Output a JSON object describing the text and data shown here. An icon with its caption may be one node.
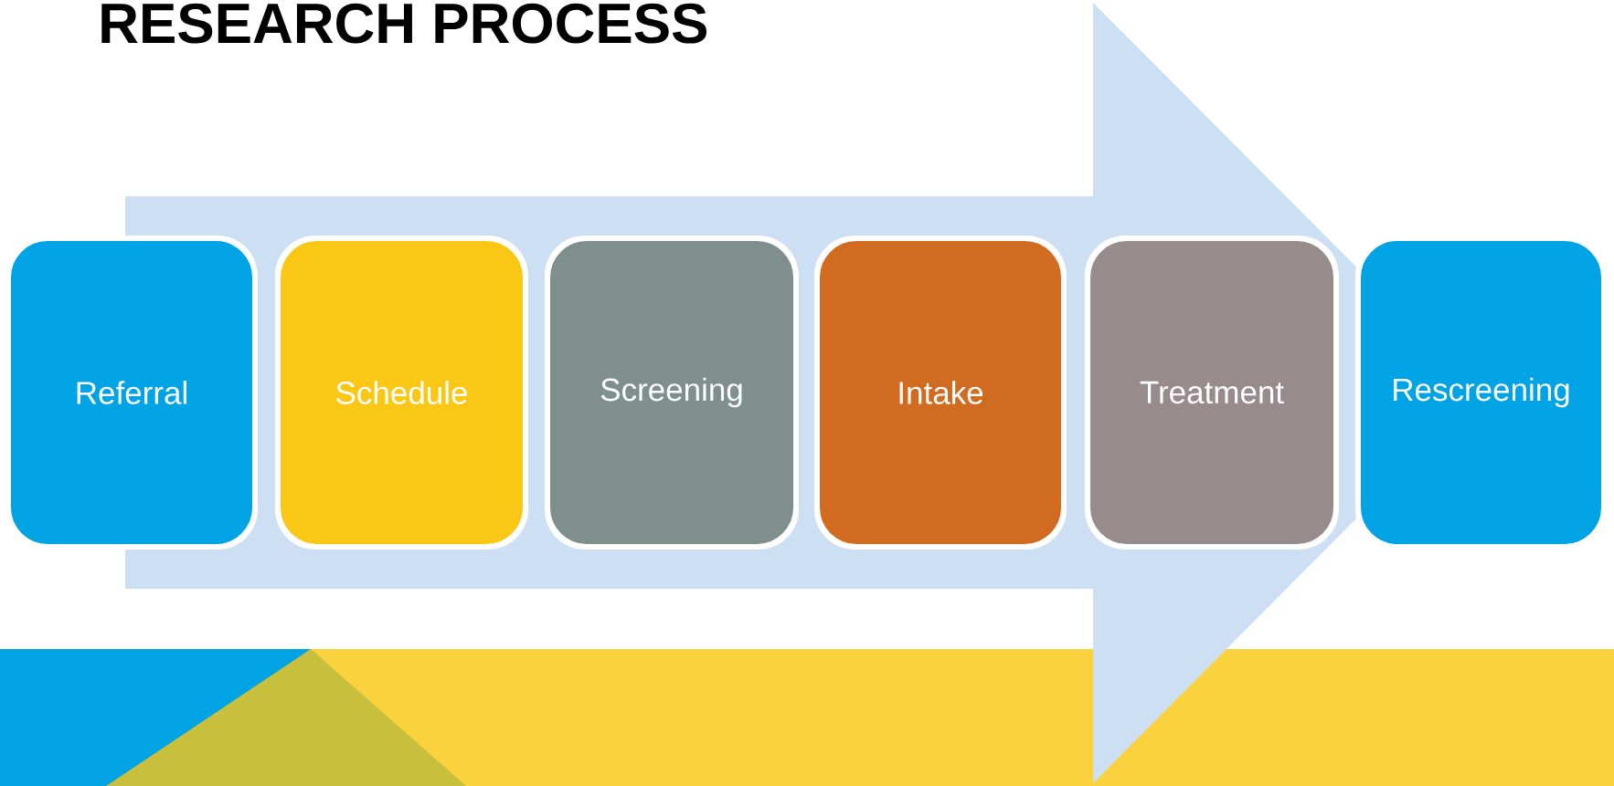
{
  "diagram": {
    "title": "RESEARCH PROCESS",
    "nodes": [
      {
        "text": [
          "Referral"
        ]
      },
      {
        "text": [
          "Schedule"
        ]
      },
      {
        "text": [
          "Screening"
        ]
      },
      {
        "text": [
          "Intake"
        ]
      },
      {
        "text": [
          "Treatment"
        ]
      },
      {
        "text": [
          "Rescreening"
        ]
      }
    ],
    "edges": [
      {
        "from": 0,
        "to": 5,
        "arrow": "to"
      }
    ]
  }
}
